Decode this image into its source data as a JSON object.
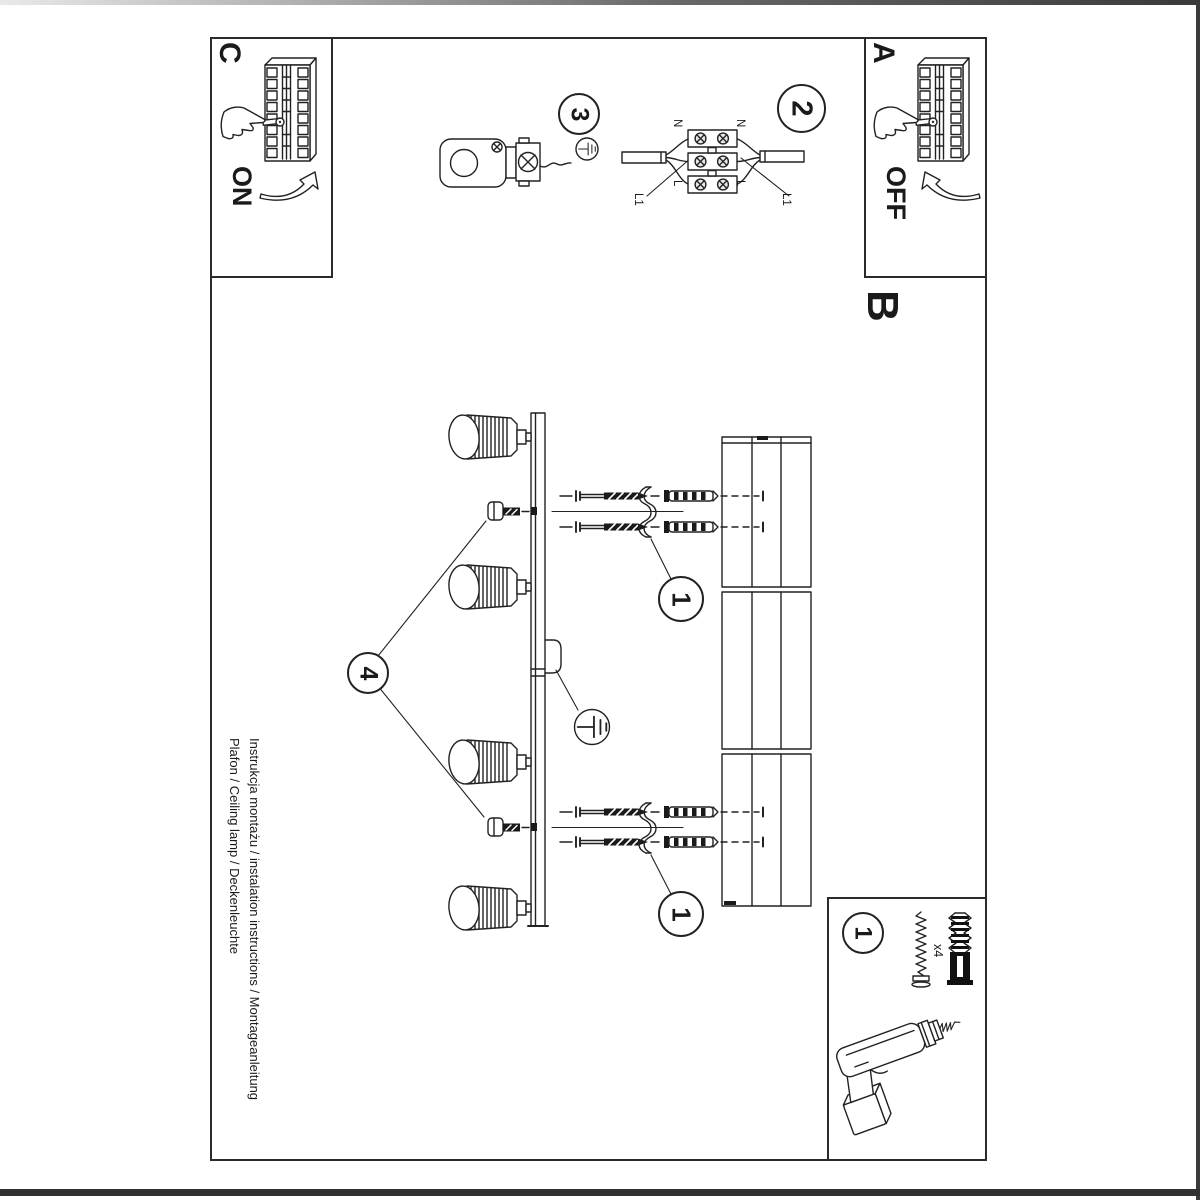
{
  "colors": {
    "paper": "#ffffff",
    "line": "#222222",
    "scan_edge": "#3a3a3a"
  },
  "sections": {
    "c": {
      "label": "C",
      "switch_state": "ON"
    },
    "a": {
      "label": "A",
      "switch_state": "OFF"
    },
    "b": {
      "label": "B"
    }
  },
  "steps": {
    "step1": "1",
    "step2": "2",
    "step3": "3",
    "step4": "4"
  },
  "kit": {
    "badge": "1",
    "quantity": "x4"
  },
  "wiring_labels": {
    "n_left": "N",
    "n_right": "N",
    "l_left": "L",
    "l_right": "L",
    "l1_left": "L1",
    "l1_right": "L1"
  },
  "footer": {
    "line1": "Instrukcja montażu / instalation instructions / Montageanleitung",
    "line2": "Plafon / Ceiling lamp / Deckenleuchte"
  }
}
